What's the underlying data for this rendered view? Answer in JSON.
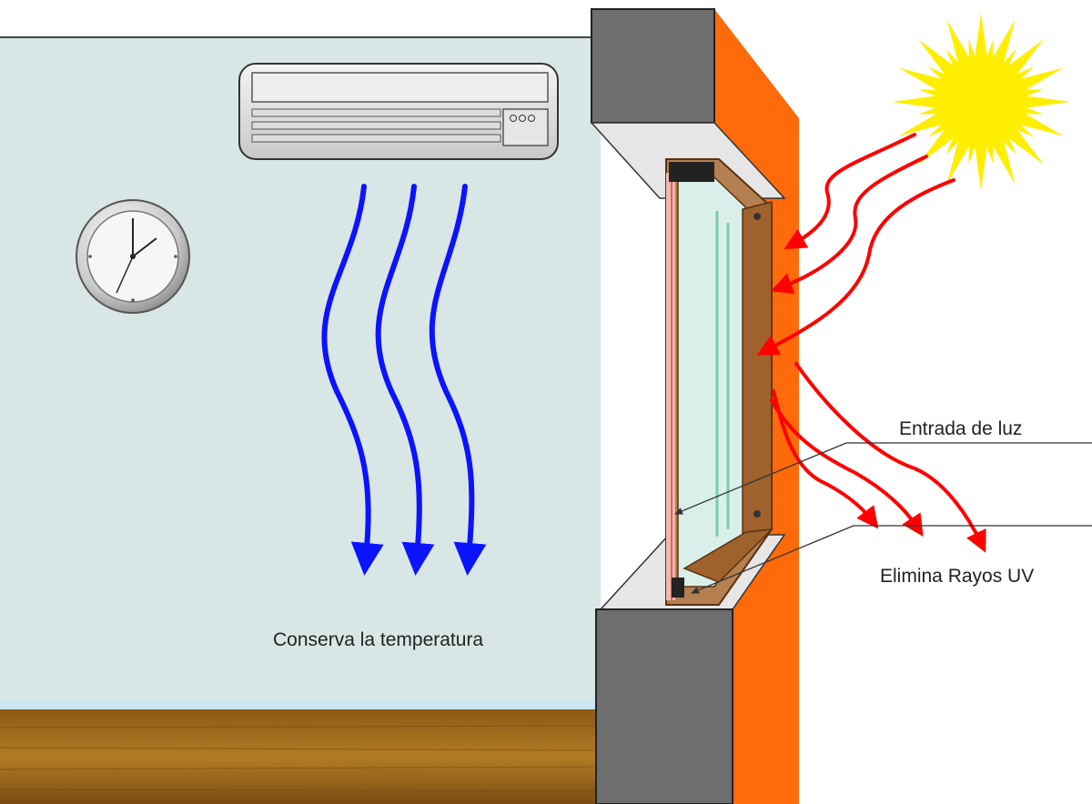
{
  "labels": {
    "temperature": "Conserva la temperatura",
    "light": "Entrada de luz",
    "uv": "Elimina Rayos UV"
  },
  "colors": {
    "wall": "#d9e6e6",
    "floor": "#b07a24",
    "outer_wall": "#ff6a0a",
    "concrete": "#6e6e6e",
    "cool_air_arrows": "#0a14ff",
    "heat_arrows": "#ff0000",
    "sun": "#ffee00",
    "wood_frame": "#a0622d",
    "glass": "#9fd8c8"
  },
  "icons": [
    "air-conditioner-icon",
    "wall-clock-icon",
    "sun-icon",
    "window-frame-icon"
  ]
}
